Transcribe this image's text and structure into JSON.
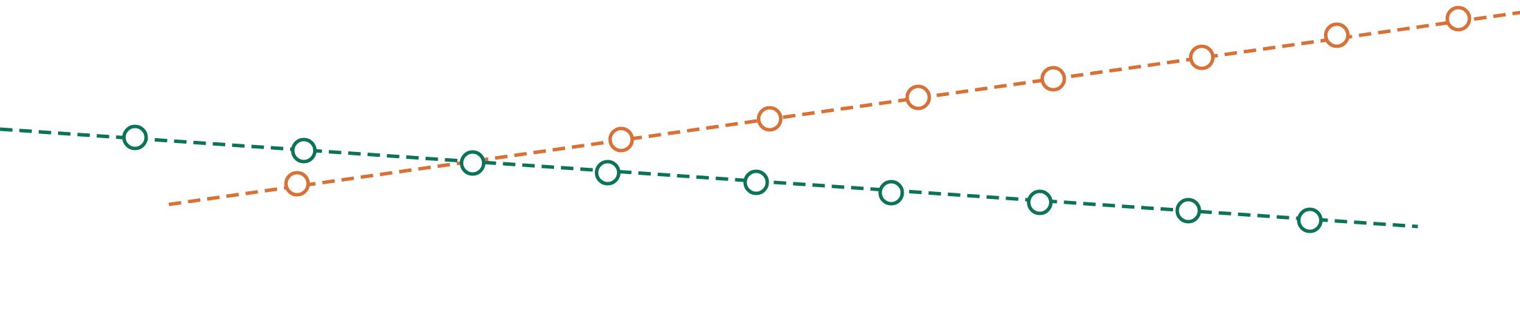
{
  "chart_data": {
    "type": "line",
    "title": "",
    "xlabel": "",
    "ylabel": "",
    "grid": false,
    "legend": "none",
    "axes_visible": false,
    "xlim": [
      0,
      11
    ],
    "ylim": [
      0,
      472
    ],
    "line_style": "dashed",
    "marker": "open-circle",
    "series": [
      {
        "color": "#0b7358",
        "line": [
          [
            0,
            187
          ],
          [
            10.5,
            328
          ]
        ],
        "points": [
          [
            1,
            199
          ],
          [
            2.25,
            218
          ],
          [
            3.5,
            236
          ],
          [
            4.5,
            250
          ],
          [
            5.6,
            264
          ],
          [
            6.6,
            279
          ],
          [
            7.7,
            293
          ],
          [
            8.8,
            305
          ],
          [
            9.7,
            319
          ]
        ]
      },
      {
        "color": "#d97036",
        "line": [
          [
            1.25,
            296
          ],
          [
            11.3,
            17
          ]
        ],
        "points": [
          [
            2.2,
            266
          ],
          [
            4.6,
            202
          ],
          [
            5.7,
            172
          ],
          [
            6.8,
            141
          ],
          [
            7.8,
            114
          ],
          [
            8.9,
            83
          ],
          [
            9.9,
            51
          ],
          [
            10.8,
            27
          ]
        ]
      }
    ]
  }
}
